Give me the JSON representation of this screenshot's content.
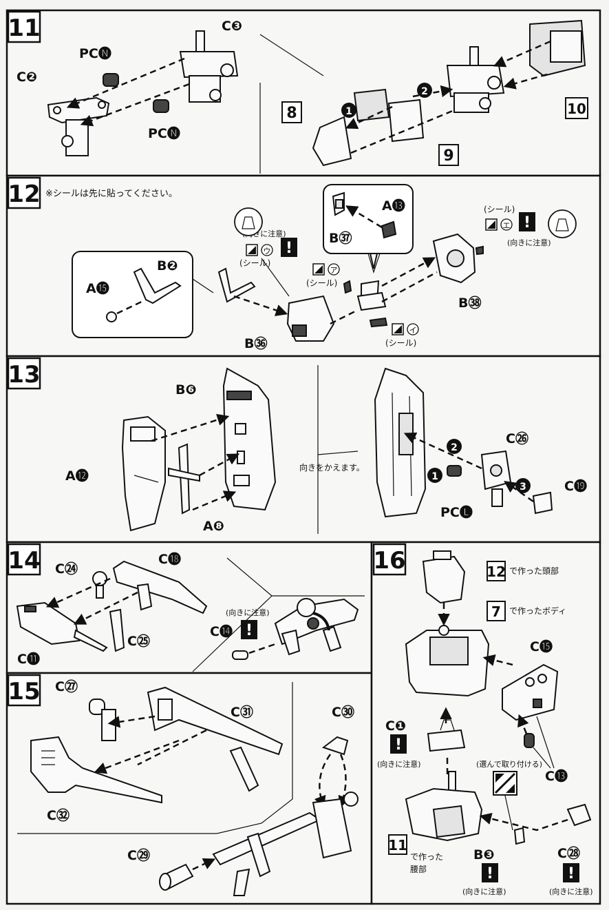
{
  "steps": {
    "s11": {
      "number": "11",
      "parts": {
        "c3": "C❸",
        "pcn_top": "PC🅝",
        "c2": "C❷",
        "pcn_bottom": "PC🅝"
      },
      "callouts": {
        "p8": "8",
        "p9": "9",
        "p10": "10"
      },
      "order": {
        "o1": "1",
        "o2": "2"
      }
    },
    "s12": {
      "number": "12",
      "note": "※シールは先に貼ってください。",
      "parts": {
        "a15": "A⓯",
        "b2": "B❷",
        "b36": "B㊱",
        "b37": "B㊲",
        "a13": "A⓭",
        "b38": "B㊳"
      },
      "stickers": {
        "u": "ウ",
        "a": "ア",
        "i": "イ",
        "e": "エ",
        "label": "(シール)"
      },
      "caution": "(向きに注意)"
    },
    "s13": {
      "number": "13",
      "parts": {
        "b6": "B❻",
        "a12": "A⓬",
        "a8": "A❽",
        "c26": "C㉖",
        "c19": "C⓳",
        "pcl": "PC🅛"
      },
      "turn_note": "向きをかえます。",
      "order": {
        "o1": "1",
        "o2": "2",
        "o3": "3"
      }
    },
    "s14": {
      "number": "14",
      "parts": {
        "c24": "C㉔",
        "c18": "C⓲",
        "c11": "C⓫",
        "c25": "C㉕",
        "c14": "C⓮"
      },
      "caution": "(向きに注意)"
    },
    "s15": {
      "number": "15",
      "parts": {
        "c27": "C㉗",
        "c31": "C㉛",
        "c30": "C㉚",
        "c32": "C㉜",
        "c29": "C㉙"
      }
    },
    "s16": {
      "number": "16",
      "head_ref": {
        "num": "12",
        "text": "で作った頭部"
      },
      "body_ref": {
        "num": "7",
        "text": "で作ったボディ"
      },
      "waist_ref": {
        "num": "11",
        "text": "で作った",
        "text2": "腰部"
      },
      "parts": {
        "c15": "C⓯",
        "c1": "C❶",
        "c13": "C⓭",
        "b3": "B❸",
        "c28": "C㉘"
      },
      "choose": "(選んで取り付ける)",
      "caution": "(向きに注意)"
    }
  }
}
